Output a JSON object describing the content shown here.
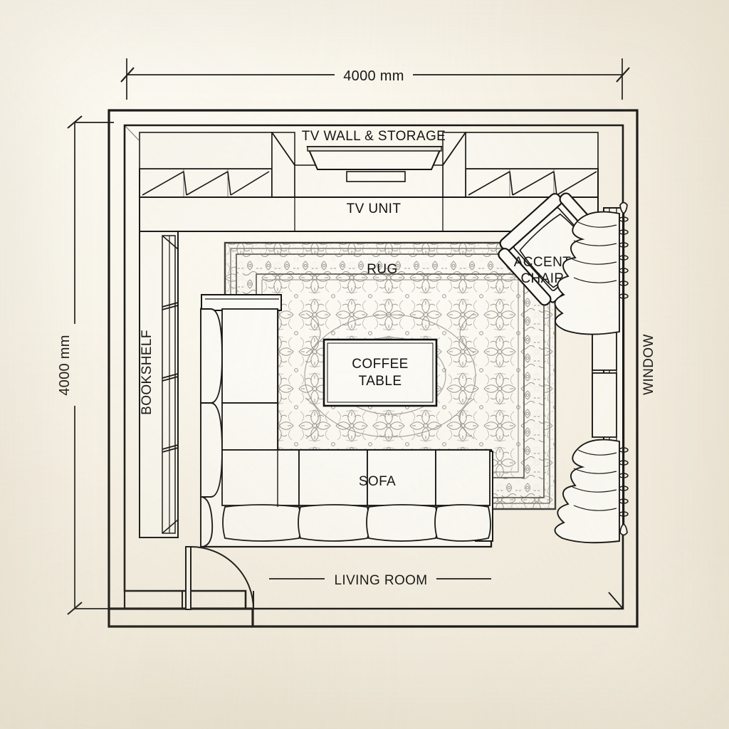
{
  "drawing": {
    "type": "architectural-floor-plan",
    "sheet_background": "#f7f3e9",
    "ink_color": "#111111",
    "room_name": "LIVING ROOM"
  },
  "dimensions": {
    "top": {
      "label": "4000 mm",
      "orientation": "horizontal"
    },
    "left": {
      "label": "4000 mm",
      "orientation": "vertical"
    }
  },
  "labels": {
    "tv_wall": "TV WALL & STORAGE",
    "tv_unit": "TV UNIT",
    "bookshelf": "BOOKSHELF",
    "rug": "RUG",
    "accent_chair_line1": "ACCENT",
    "accent_chair_line2": "CHAIR",
    "coffee_table_line1": "COFFEE",
    "coffee_table_line2": "TABLE",
    "sofa": "SOFA",
    "window": "WINDOW",
    "living_room": "LIVING ROOM"
  },
  "furniture": [
    {
      "name": "tv-wall-storage",
      "label": "TV WALL & STORAGE",
      "wall": "north"
    },
    {
      "name": "tv-unit",
      "label": "TV UNIT",
      "wall": "north"
    },
    {
      "name": "bookshelf",
      "label": "BOOKSHELF",
      "wall": "west"
    },
    {
      "name": "rug",
      "label": "RUG",
      "position": "center"
    },
    {
      "name": "coffee-table",
      "label": "COFFEE TABLE",
      "position": "center"
    },
    {
      "name": "sofa",
      "label": "SOFA",
      "shape": "L-sectional",
      "position": "south-west"
    },
    {
      "name": "accent-chair",
      "label": "ACCENT CHAIR",
      "position": "north-east",
      "rotation": "45deg"
    },
    {
      "name": "window",
      "label": "WINDOW",
      "wall": "east",
      "has_curtains": true
    },
    {
      "name": "door",
      "label": "",
      "wall": "south",
      "swing": "quarter-arc"
    }
  ]
}
